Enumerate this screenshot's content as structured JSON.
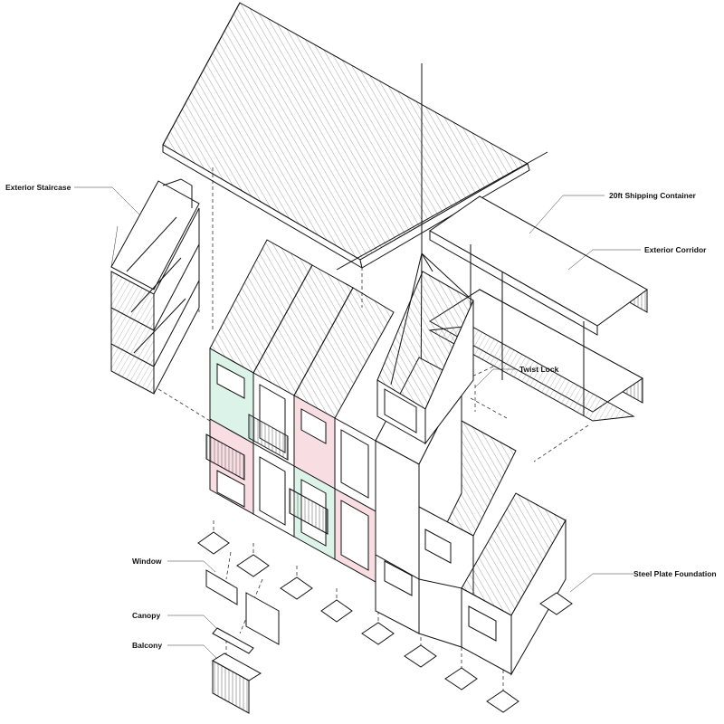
{
  "labels": {
    "exterior_staircase": "Exterior Staircase",
    "shipping_container": "20ft Shipping Container",
    "exterior_corridor": "Exterior Corridor",
    "twist_lock": "Twist Lock",
    "window": "Window",
    "canopy": "Canopy",
    "balcony": "Balcony",
    "steel_plate_foundation": "Steel Plate Foundation"
  },
  "colors": {
    "line": "#111111",
    "hatch": "#555555",
    "mint_tint": "#dcf3ea",
    "pink_tint": "#f8dde2",
    "background": "#ffffff"
  }
}
